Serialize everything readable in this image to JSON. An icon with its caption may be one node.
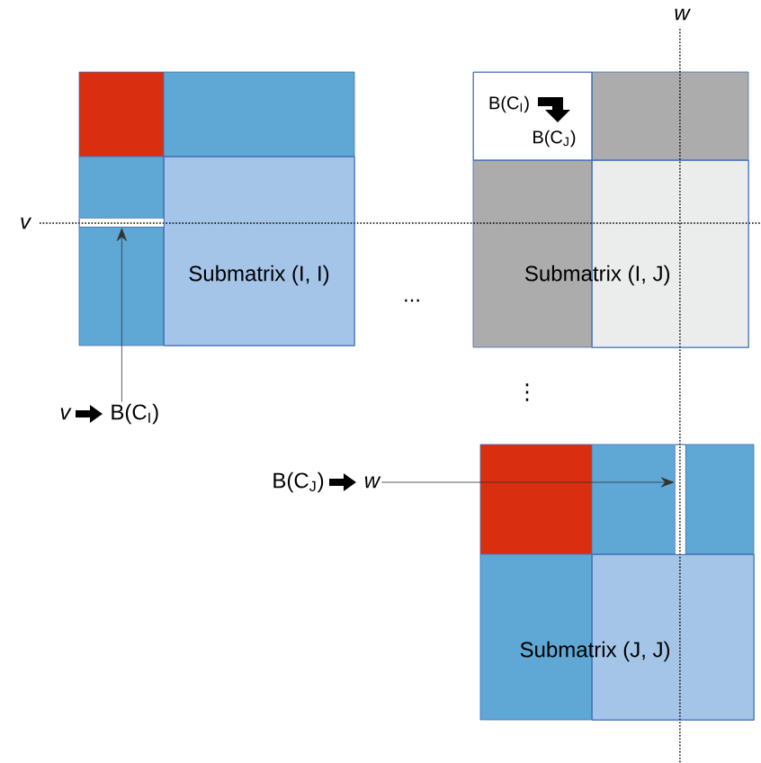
{
  "diagram": {
    "nodes": [
      {
        "text": [
          "Submatrix (I, I)"
        ]
      },
      {
        "text": [],
        "shape": "bar"
      },
      {
        "text": [
          "v",
          "B(C$_{I}$)"
        ]
      },
      {
        "text": [
          "Submatrix (I, J)"
        ]
      },
      {
        "text": [
          "B(C$_{I}$)",
          "B(C$_{J}$)"
        ]
      },
      {
        "text": [
          "Submatrix (J, J)"
        ]
      },
      {
        "text": [],
        "shape": "bar"
      },
      {
        "text": [
          "B(C$_{J}$)",
          "w"
        ]
      }
    ],
    "edges": [
      {
        "from": 2,
        "to": 1,
        "arrow": "to"
      },
      {
        "from": 7,
        "to": 6,
        "arrow": "to"
      }
    ],
    "labels": [
      "v",
      "w",
      "...",
      "⋮"
    ]
  }
}
